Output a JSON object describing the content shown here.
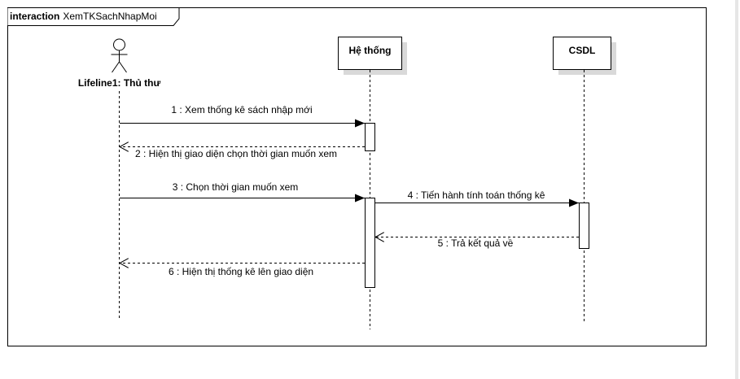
{
  "frame": {
    "keyword": "interaction",
    "name": "XemTKSachNhapMoi"
  },
  "lifelines": {
    "actor": "Lifeline1: Thủ thư",
    "system": "Hệ thống",
    "db": "CSDL"
  },
  "messages": [
    {
      "n": "1",
      "text": "1 : Xem thống kê sách nhập mới",
      "kind": "sync"
    },
    {
      "n": "2",
      "text": "2 : Hiện thị giao diện chọn thời gian muốn xem",
      "kind": "return"
    },
    {
      "n": "3",
      "text": "3 : Chọn thời gian muốn xem",
      "kind": "sync"
    },
    {
      "n": "4",
      "text": "4 : Tiến hành tính toán thống kê",
      "kind": "sync"
    },
    {
      "n": "5",
      "text": "5 : Trả kết quả về",
      "kind": "return"
    },
    {
      "n": "6",
      "text": "6 : Hiện thị thống kê lên giao diện",
      "kind": "return"
    }
  ]
}
